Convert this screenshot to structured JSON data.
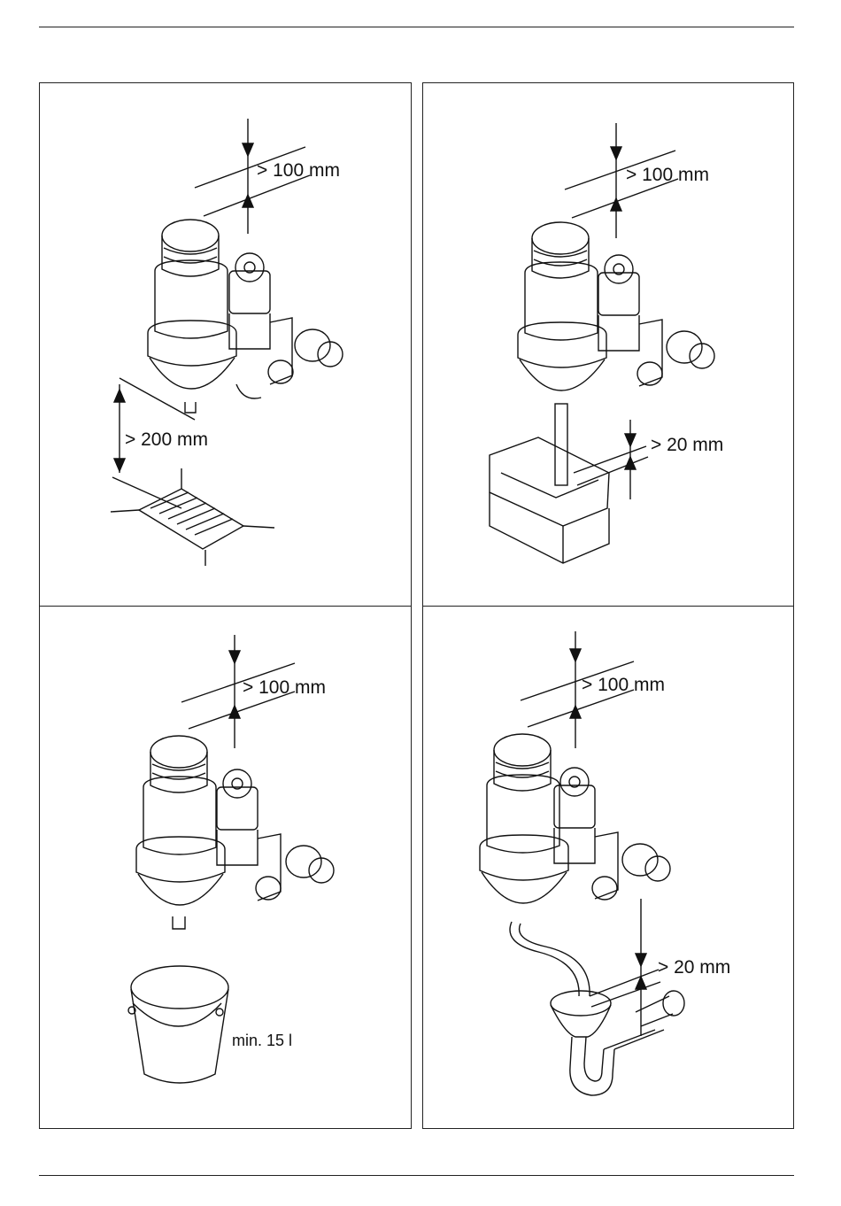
{
  "panels": [
    {
      "id": "drain-grate",
      "clearance_top": "> 100 mm",
      "clearance_bottom": "> 200 mm"
    },
    {
      "id": "tundish",
      "clearance_top": "> 100 mm",
      "clearance_bottom": "> 20 mm"
    },
    {
      "id": "bucket",
      "clearance_top": "> 100 mm",
      "bucket_capacity": "min. 15 l"
    },
    {
      "id": "siphon",
      "clearance_top": "> 100 mm",
      "clearance_bottom": "> 20 mm"
    }
  ]
}
